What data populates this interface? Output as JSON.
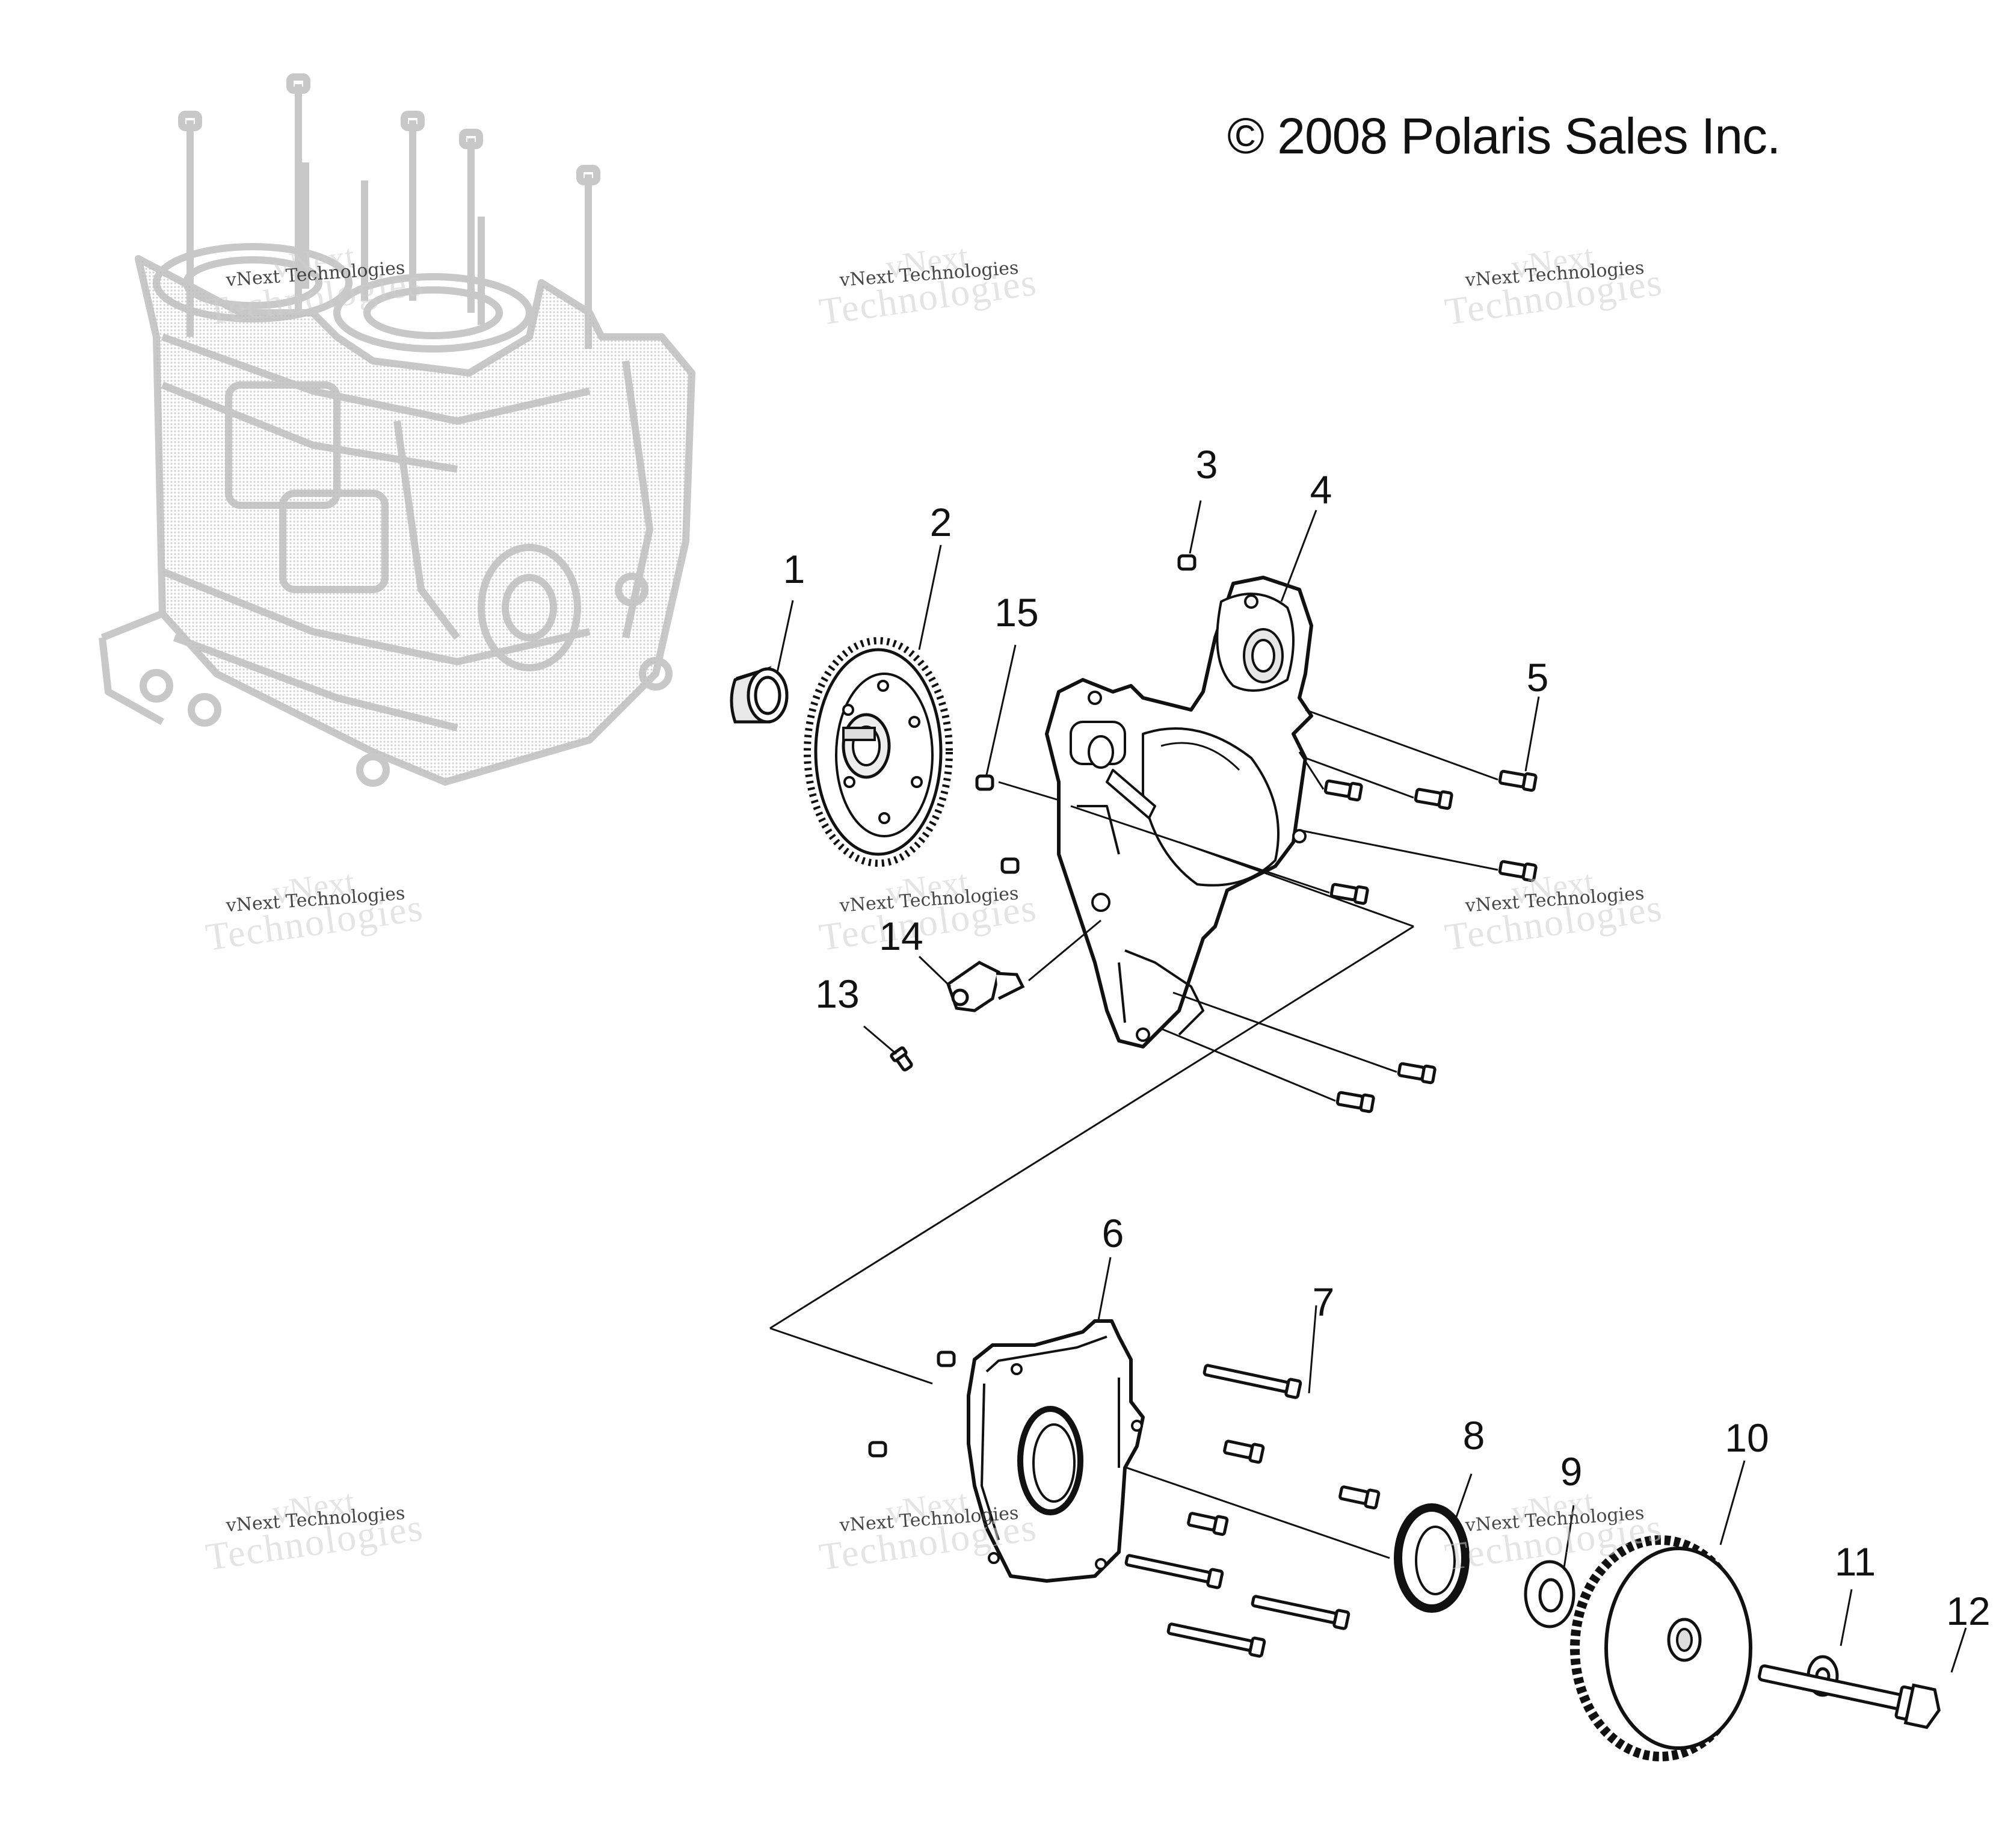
{
  "copyright": "© 2008 Polaris Sales Inc.",
  "watermark": {
    "line1": "vNext",
    "line2": "vNext Technologies",
    "line3": "Technologies"
  },
  "callouts": [
    {
      "id": "1",
      "label": "1"
    },
    {
      "id": "2",
      "label": "2"
    },
    {
      "id": "3",
      "label": "3"
    },
    {
      "id": "4",
      "label": "4"
    },
    {
      "id": "5",
      "label": "5"
    },
    {
      "id": "6",
      "label": "6"
    },
    {
      "id": "7",
      "label": "7"
    },
    {
      "id": "8",
      "label": "8"
    },
    {
      "id": "9",
      "label": "9"
    },
    {
      "id": "10",
      "label": "10"
    },
    {
      "id": "11",
      "label": "11"
    },
    {
      "id": "12",
      "label": "12"
    },
    {
      "id": "13",
      "label": "13"
    },
    {
      "id": "14",
      "label": "14"
    },
    {
      "id": "15",
      "label": "15"
    }
  ],
  "colors": {
    "line": "#111111",
    "ghost": "#c8c8c8",
    "watermark": "#cfcfcf"
  }
}
